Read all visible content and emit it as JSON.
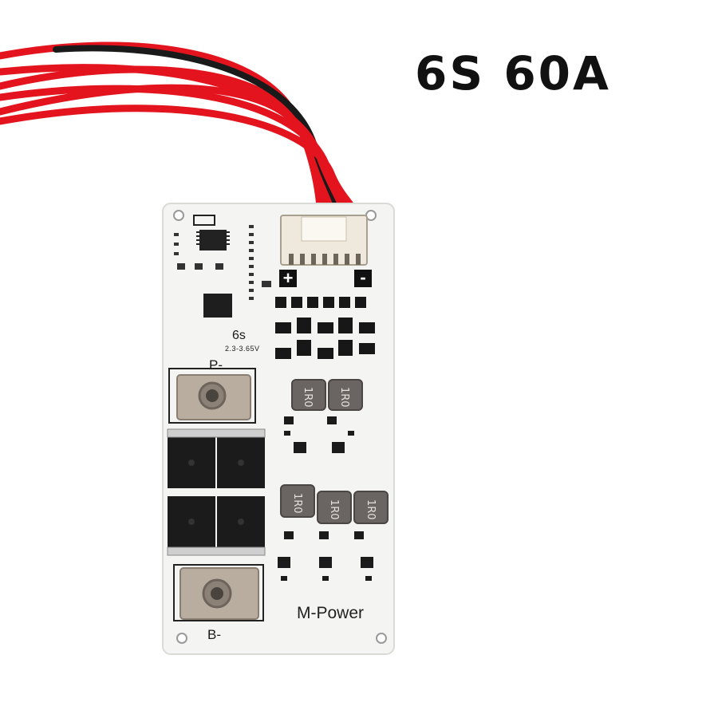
{
  "headline": "6S 60A",
  "board": {
    "terminal_p_label": "P-",
    "terminal_b_label": "B-",
    "cell_count": "6s",
    "voltage_spec": "2.3-3.65V",
    "brand": "M-Power",
    "plus_mark": "+",
    "minus_mark": "-",
    "inductor_marking": "1R0"
  },
  "colors": {
    "pcb": "#f4f5f2",
    "wire_red": "#e3141e",
    "wire_black": "#1a1a1a",
    "mosfet": "#1b1b1b",
    "inductor": "#6a6563"
  }
}
